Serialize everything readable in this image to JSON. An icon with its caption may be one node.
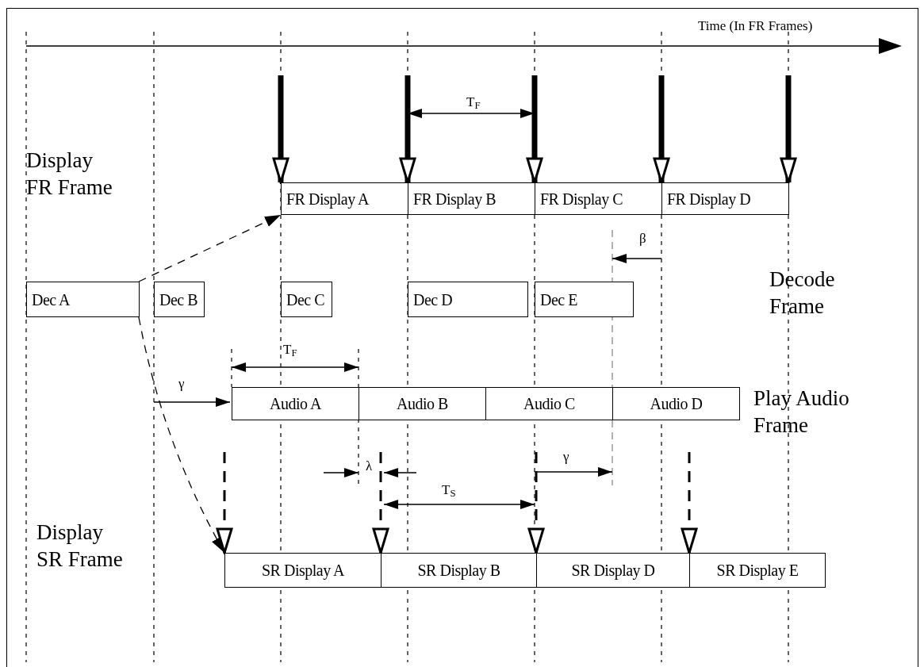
{
  "diagram": {
    "nodes": [
      {
        "text": [
          "FR Display A"
        ]
      },
      {
        "text": [
          "FR Display B"
        ]
      },
      {
        "text": [
          "FR Display C"
        ]
      },
      {
        "text": [
          "FR Display D"
        ]
      },
      {
        "text": [
          "Dec A"
        ]
      },
      {
        "text": [
          "Dec B"
        ]
      },
      {
        "text": [
          "Dec C"
        ]
      },
      {
        "text": [
          "Dec D"
        ]
      },
      {
        "text": [
          "Dec E"
        ]
      },
      {
        "text": [
          "Audio A"
        ]
      },
      {
        "text": [
          "Audio B"
        ]
      },
      {
        "text": [
          "Audio C"
        ]
      },
      {
        "text": [
          "Audio D"
        ]
      },
      {
        "text": [
          "SR Display A"
        ]
      },
      {
        "text": [
          "SR Display B"
        ]
      },
      {
        "text": [
          "SR Display D"
        ]
      },
      {
        "text": [
          "SR Display E"
        ]
      }
    ],
    "edges": [
      {
        "from": null,
        "to": 0,
        "arrow": "to",
        "style": "thick"
      },
      {
        "from": null,
        "to": 1,
        "arrow": "to",
        "style": "thick"
      },
      {
        "from": null,
        "to": 2,
        "arrow": "to",
        "style": "thick"
      },
      {
        "from": null,
        "to": 3,
        "arrow": "to",
        "style": "thick"
      },
      {
        "from": null,
        "to": 3,
        "arrow": "to",
        "style": "thick"
      },
      {
        "from": 4,
        "to": 0,
        "arrow": "to",
        "style": "dashed"
      },
      {
        "from": 4,
        "to": 13,
        "arrow": "to",
        "style": "dashed"
      },
      {
        "from": null,
        "to": 13,
        "arrow": "to",
        "style": "dashed"
      },
      {
        "from": null,
        "to": 14,
        "arrow": "to",
        "style": "dashed"
      },
      {
        "from": null,
        "to": 15,
        "arrow": "to",
        "style": "dashed"
      },
      {
        "from": null,
        "to": 16,
        "arrow": "to",
        "style": "dashed"
      }
    ],
    "labels": [
      "Time (In FR Frames)",
      "T$_{F}$",
      "Display FR Frame",
      "β",
      "Decode Frame",
      "T$_{F}$",
      "γ",
      "Play Audio Frame",
      "γ",
      "λ",
      "T$_{S}$",
      "Display SR Frame"
    ]
  }
}
